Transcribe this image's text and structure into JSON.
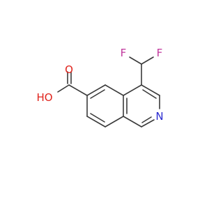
{
  "molecule": {
    "atoms": {
      "f1": {
        "label": "F",
        "color": "#c0369c"
      },
      "f2": {
        "label": "F",
        "color": "#c0369c"
      },
      "n": {
        "label": "N",
        "color": "#2a2ad0"
      },
      "ho": {
        "label": "HO",
        "color": "#e0231c"
      },
      "o": {
        "label": "O",
        "color": "#e0231c"
      }
    },
    "bond_color": "#3a3a3a"
  }
}
